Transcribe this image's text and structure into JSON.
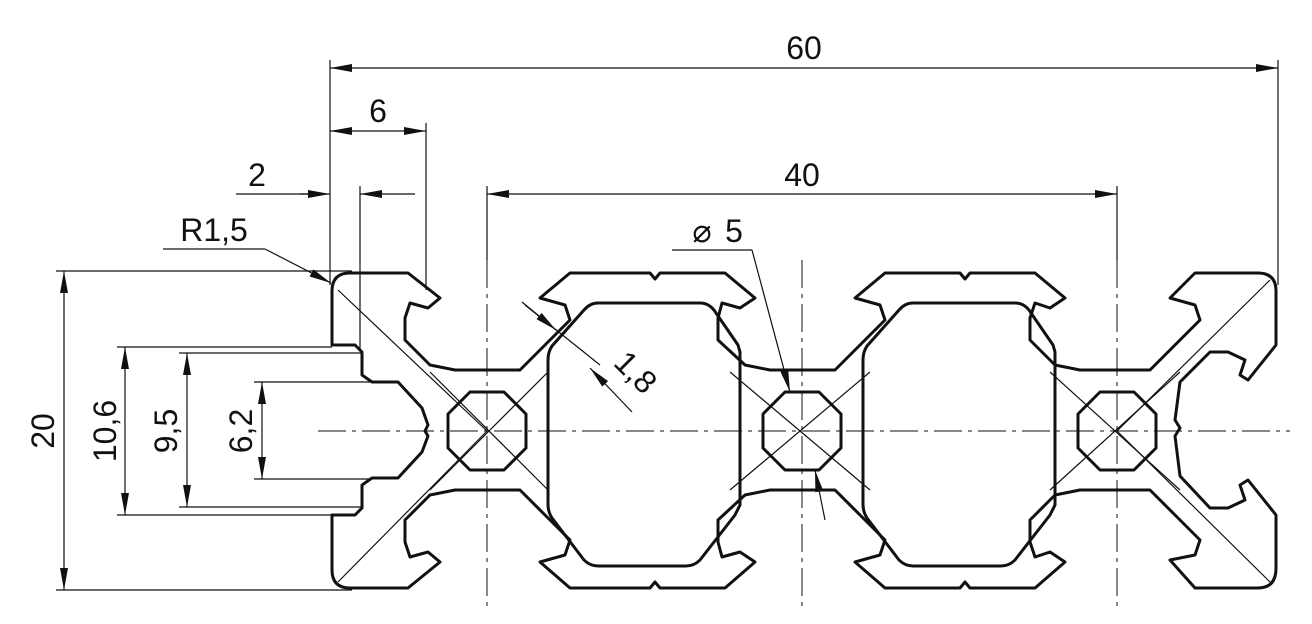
{
  "drawing": {
    "dimensions": {
      "overall_width": "60",
      "slot_offset": "6",
      "wall_thickness": "2",
      "corner_radius": "R1,5",
      "slot_pitch": "40",
      "bore_diameter": "5",
      "web_thickness": "1,8",
      "overall_height": "20",
      "slot_outer_width": "10,6",
      "slot_inner_width": "9,5",
      "slot_opening": "6,2"
    },
    "diameter_symbol": "⌀"
  }
}
